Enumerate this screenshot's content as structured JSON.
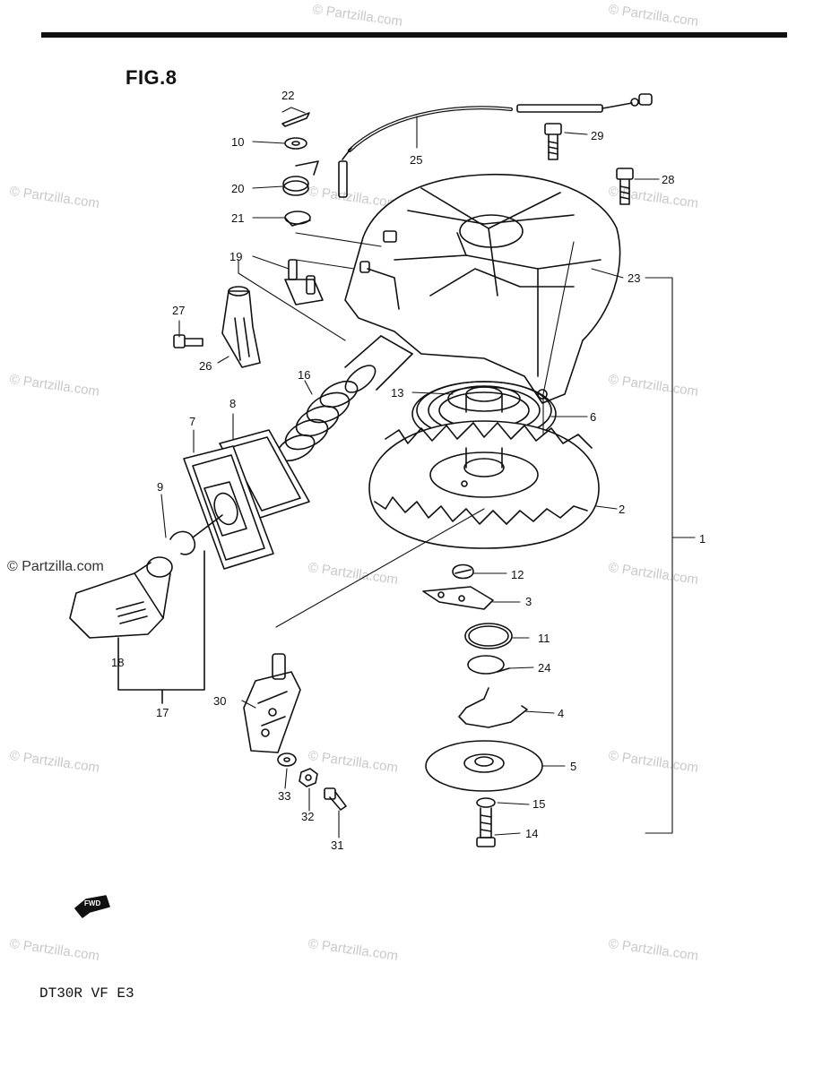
{
  "figure_title": "FIG.8",
  "model_code": "DT30R VF E3",
  "fwd_label": "FWD",
  "watermark": "© Partzilla.com",
  "callouts": [
    {
      "id": "c22",
      "label": "22"
    },
    {
      "id": "c10",
      "label": "10"
    },
    {
      "id": "c20",
      "label": "20"
    },
    {
      "id": "c21",
      "label": "21"
    },
    {
      "id": "c19",
      "label": "19"
    },
    {
      "id": "c27",
      "label": "27"
    },
    {
      "id": "c26",
      "label": "26"
    },
    {
      "id": "c16",
      "label": "16"
    },
    {
      "id": "c8",
      "label": "8"
    },
    {
      "id": "c7",
      "label": "7"
    },
    {
      "id": "c9",
      "label": "9"
    },
    {
      "id": "c18",
      "label": "18"
    },
    {
      "id": "c17",
      "label": "17"
    },
    {
      "id": "c30",
      "label": "30"
    },
    {
      "id": "c33",
      "label": "33"
    },
    {
      "id": "c32",
      "label": "32"
    },
    {
      "id": "c31",
      "label": "31"
    },
    {
      "id": "c25",
      "label": "25"
    },
    {
      "id": "c29",
      "label": "29"
    },
    {
      "id": "c28",
      "label": "28"
    },
    {
      "id": "c23",
      "label": "23"
    },
    {
      "id": "c13",
      "label": "13"
    },
    {
      "id": "c6",
      "label": "6"
    },
    {
      "id": "c2",
      "label": "2"
    },
    {
      "id": "c1",
      "label": "1"
    },
    {
      "id": "c12",
      "label": "12"
    },
    {
      "id": "c3",
      "label": "3"
    },
    {
      "id": "c11",
      "label": "11"
    },
    {
      "id": "c24",
      "label": "24"
    },
    {
      "id": "c4",
      "label": "4"
    },
    {
      "id": "c5",
      "label": "5"
    },
    {
      "id": "c15",
      "label": "15"
    },
    {
      "id": "c14",
      "label": "14"
    }
  ]
}
